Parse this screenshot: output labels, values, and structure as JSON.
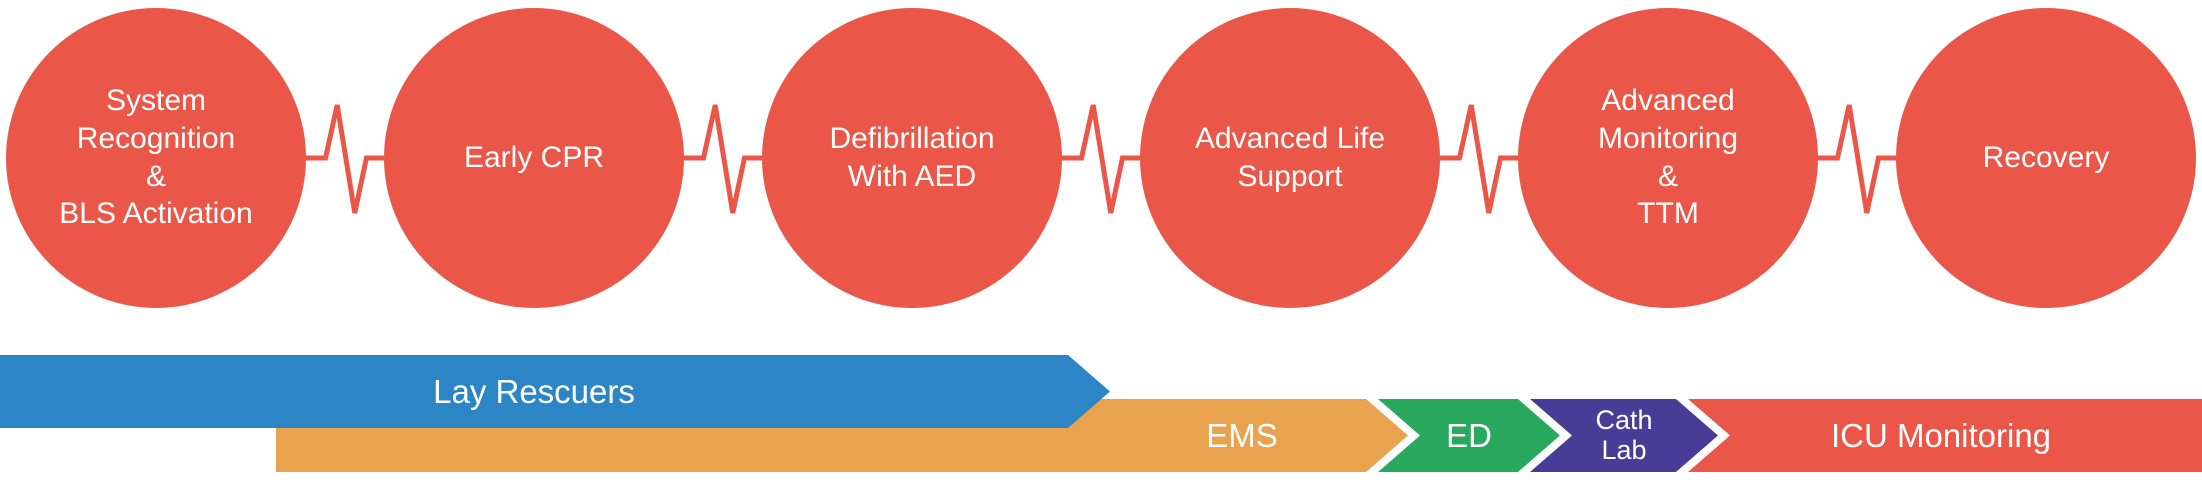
{
  "colors": {
    "coral": "#EA5749",
    "blue": "#2C86C5",
    "orange": "#E9A24E",
    "green": "#29A95D",
    "purple": "#473D96",
    "red": "#EA5749",
    "label_text": "#FFFFFF"
  },
  "chain": {
    "steps": [
      {
        "id": "system-recognition-bls-activation",
        "lines": [
          "System",
          "Recognition",
          "&",
          "BLS Activation"
        ]
      },
      {
        "id": "early-cpr",
        "lines": [
          "Early CPR"
        ]
      },
      {
        "id": "defibrillation-with-aed",
        "lines": [
          "Defibrillation",
          "With AED"
        ]
      },
      {
        "id": "advanced-life-support",
        "lines": [
          "Advanced Life",
          "Support"
        ]
      },
      {
        "id": "advanced-monitoring-ttm",
        "lines": [
          "Advanced",
          "Monitoring",
          "&",
          "TTM"
        ]
      },
      {
        "id": "recovery",
        "lines": [
          "Recovery"
        ]
      }
    ]
  },
  "timeline": {
    "bands": [
      {
        "id": "lay-rescuers",
        "label": "Lay Rescuers"
      },
      {
        "id": "ems",
        "label": "EMS"
      },
      {
        "id": "ed",
        "label": "ED"
      },
      {
        "id": "cath-lab",
        "lines": [
          "Cath",
          "Lab"
        ]
      },
      {
        "id": "icu-monitoring",
        "label": "ICU Monitoring"
      }
    ]
  }
}
